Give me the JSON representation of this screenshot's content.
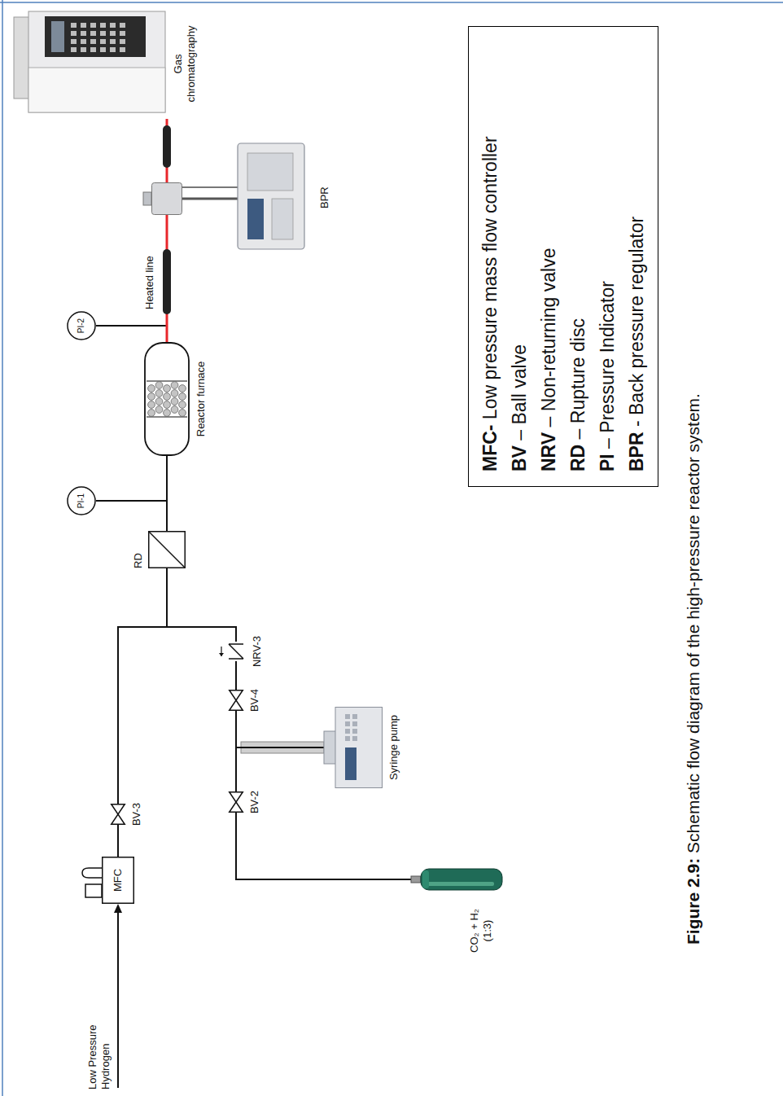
{
  "diagram": {
    "caption": "Figure 2.9: Schematic flow diagram of the high-pressure reactor system.",
    "nodes": [
      {
        "text": [
          "MFC"
        ]
      },
      {
        "text": [
          "BV-3"
        ]
      },
      {
        "text": [
          "CO₂ + H₂ (1:3)"
        ]
      },
      {
        "text": [
          "BV-2"
        ]
      },
      {
        "text": [
          "Syringe pump"
        ]
      },
      {
        "text": [
          "BV-4"
        ]
      },
      {
        "text": [
          "NRV-3"
        ]
      },
      {
        "text": [
          "RD"
        ]
      },
      {
        "text": [
          "PI-1"
        ]
      },
      {
        "text": [
          "Reactor furnace"
        ]
      },
      {
        "text": [
          "PI-2"
        ]
      },
      {
        "text": [
          "BPR"
        ]
      },
      {
        "text": [
          "Gas chromatography"
        ]
      },
      {
        "text": [
          "MFC- Low pressure mass flow controller",
          "BV – Ball valve",
          "NRV – Non-returning valve",
          "RD – Rupture disc",
          "PI – Pressure Indicator",
          "BPR - Back pressure regulator"
        ]
      }
    ],
    "edges": [
      {
        "from": 0,
        "to": 1,
        "arrow": "none"
      },
      {
        "from": 1,
        "to": 7,
        "arrow": "none"
      },
      {
        "from": 2,
        "to": 3,
        "arrow": "none"
      },
      {
        "from": 3,
        "to": 5,
        "arrow": "none"
      },
      {
        "from": 4,
        "to": 5,
        "arrow": "none"
      },
      {
        "from": 5,
        "to": 6,
        "arrow": "none"
      },
      {
        "from": 6,
        "to": 7,
        "arrow": "none"
      },
      {
        "from": 7,
        "to": 9,
        "arrow": "none"
      },
      {
        "from": 8,
        "to": 9,
        "arrow": "none"
      },
      {
        "from": 9,
        "to": 10,
        "arrow": "none"
      },
      {
        "from": 9,
        "to": 11,
        "arrow": "none"
      },
      {
        "from": 11,
        "to": 12,
        "arrow": "none"
      }
    ],
    "labels": [
      "Low Pressure Hydrogen",
      "Heated line"
    ]
  }
}
